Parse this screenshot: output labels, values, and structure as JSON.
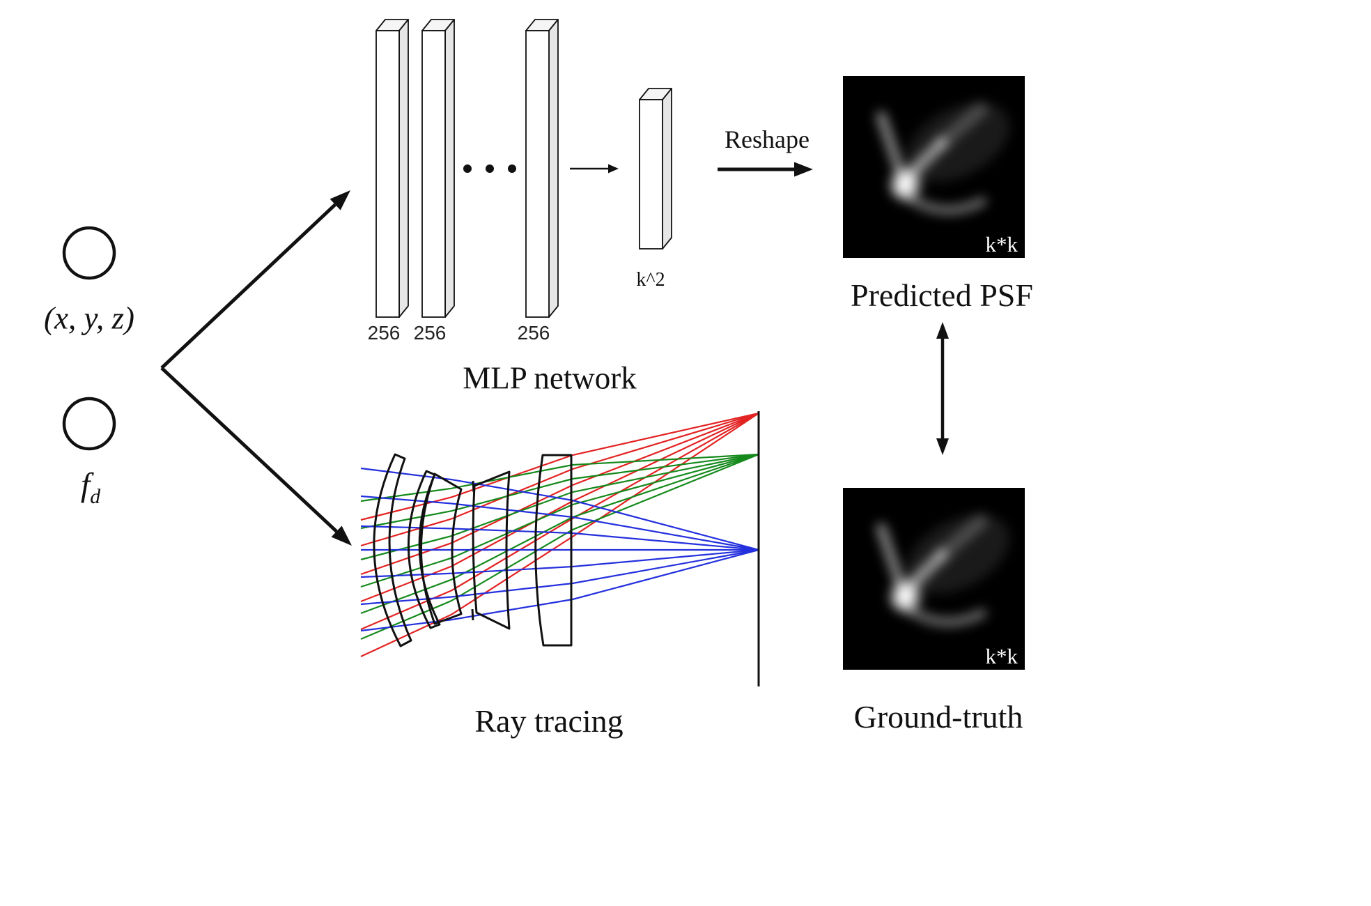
{
  "colors": {
    "ink": "#111111",
    "bar_front": "#ffffff",
    "bar_top": "#f5f5f5",
    "bar_side": "#e6e6e6",
    "ray_red": "#e32222",
    "ray_green": "#158a1c",
    "ray_blue": "#2430dd"
  },
  "inputs": {
    "coords_label": "(x, y, z)",
    "focal_label_main": "f",
    "focal_label_sub": "d"
  },
  "mlp": {
    "title": "MLP network",
    "layer_sizes": [
      "256",
      "256",
      "256"
    ],
    "output_label": "k^2"
  },
  "reshape_label": "Reshape",
  "predicted": {
    "title": "Predicted PSF",
    "size_label": "k*k"
  },
  "ground_truth": {
    "title": "Ground-truth",
    "size_label": "k*k"
  },
  "ray_tracing": {
    "title": "Ray tracing",
    "bundles": [
      {
        "name": "red-field-bundle",
        "color_key": "ray_red",
        "focus": [
          1089,
          593
        ],
        "entries": [
          746,
          783,
          824,
          863,
          903,
          942
        ],
        "exits": [
          653,
          673,
          696,
          719,
          744,
          770
        ]
      },
      {
        "name": "green-field-bundle",
        "color_key": "ray_green",
        "focus": [
          1089,
          652
        ],
        "entries": [
          719,
          758,
          803,
          842,
          880,
          917
        ],
        "exits": [
          667,
          687,
          706,
          724,
          742,
          760
        ]
      },
      {
        "name": "blue-axial-bundle",
        "color_key": "ray_blue",
        "focus": [
          1089,
          789
        ],
        "entries": [
          672,
          712,
          755,
          789,
          828,
          867,
          905
        ],
        "exits": [
          718,
          742,
          765,
          789,
          813,
          837,
          860
        ]
      }
    ]
  }
}
